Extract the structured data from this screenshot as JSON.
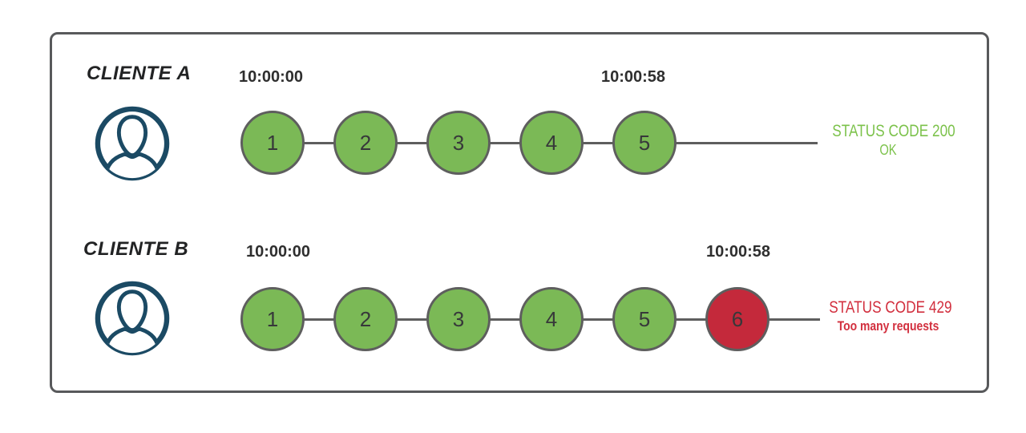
{
  "diagram": {
    "title_semantic": "rate-limit-comparison-diagram",
    "clients": [
      {
        "name": "CLIENTE A",
        "start_time": "10:00:00",
        "end_time": "10:00:58",
        "requests": [
          {
            "label": "1",
            "state": "ok"
          },
          {
            "label": "2",
            "state": "ok"
          },
          {
            "label": "3",
            "state": "ok"
          },
          {
            "label": "4",
            "state": "ok"
          },
          {
            "label": "5",
            "state": "ok"
          }
        ],
        "status_line1": "STATUS CODE 200",
        "status_line2": "OK",
        "status_type": "success"
      },
      {
        "name": "CLIENTE B",
        "start_time": "10:00:00",
        "end_time": "10:00:58",
        "requests": [
          {
            "label": "1",
            "state": "ok"
          },
          {
            "label": "2",
            "state": "ok"
          },
          {
            "label": "3",
            "state": "ok"
          },
          {
            "label": "4",
            "state": "ok"
          },
          {
            "label": "5",
            "state": "ok"
          },
          {
            "label": "6",
            "state": "error"
          }
        ],
        "status_line1": "STATUS CODE 429",
        "status_line2": "Too many requests",
        "status_type": "error"
      }
    ]
  },
  "colors": {
    "request_ok_fill": "#7BB956",
    "request_error_fill": "#C4293B",
    "status_success_text": "#7CC24B",
    "status_error_text": "#D22F3E",
    "circle_and_line_stroke": "#5E5E5E",
    "frame_border": "#58595B",
    "avatar_blue": "#1B4A64"
  }
}
